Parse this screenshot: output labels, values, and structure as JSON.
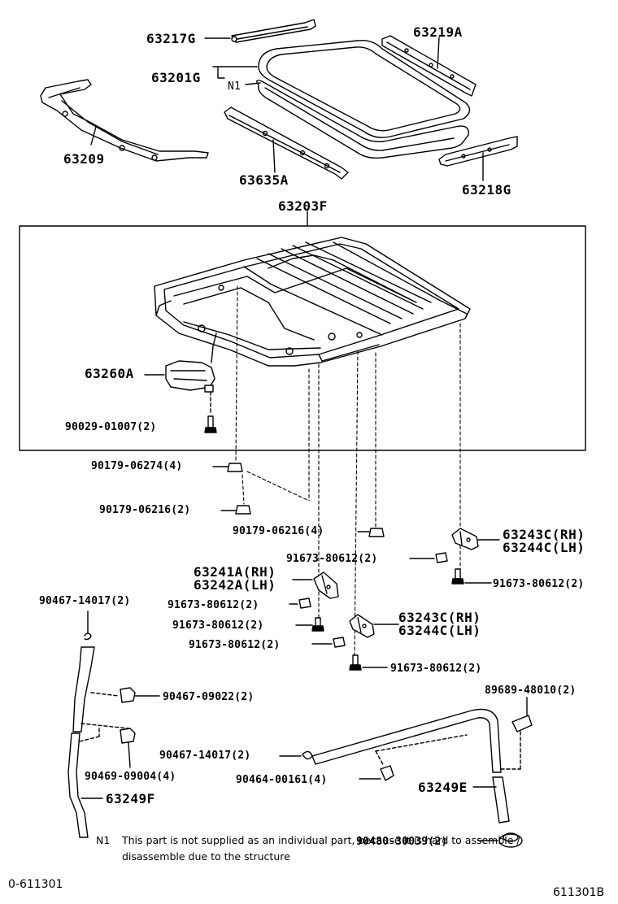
{
  "diagram": {
    "labels": {
      "p63217g": "63217G",
      "p63219a": "63219A",
      "p63201g": "63201G",
      "n1": "N1",
      "p63209": "63209",
      "p63635a": "63635A",
      "p63218g": "63218G",
      "p63203f": "63203F",
      "p63260a": "63260A",
      "p90029": "90029-01007(2)",
      "p90179_06274": "90179-06274(4)",
      "p90179_06216_a": "90179-06216(2)",
      "p90179_06216_b": "90179-06216(4)",
      "p91673_a": "91673-80612(2)",
      "p63243c_a": "63243C(RH)",
      "p63244c_a": "63244C(LH)",
      "p91673_b": "91673-80612(2)",
      "p63241a": "63241A(RH)",
      "p63242a": "63242A(LH)",
      "p90467_14017_a": "90467-14017(2)",
      "p91673_c": "91673-80612(2)",
      "p91673_d": "91673-80612(2)",
      "p63243c_b": "63243C(RH)",
      "p63244c_b": "63244C(LH)",
      "p91673_e": "91673-80612(2)",
      "p91673_f": "91673-80612(2)",
      "p90467_09022": "90467-09022(2)",
      "p89689": "89689-48010(2)",
      "p90467_14017_b": "90467-14017(2)",
      "p90469": "90469-09004(4)",
      "p90464": "90464-00161(4)",
      "p63249e": "63249E",
      "p63249f": "63249F",
      "p90480": "90480-30039(2)"
    },
    "footnote": {
      "mark": "N1",
      "line1": "This part is not supplied as an individual part, because it is hard to assemble /",
      "line2": "disassemble due to the structure"
    },
    "page_ref_left": "0-611301",
    "page_ref_right": "611301B"
  }
}
